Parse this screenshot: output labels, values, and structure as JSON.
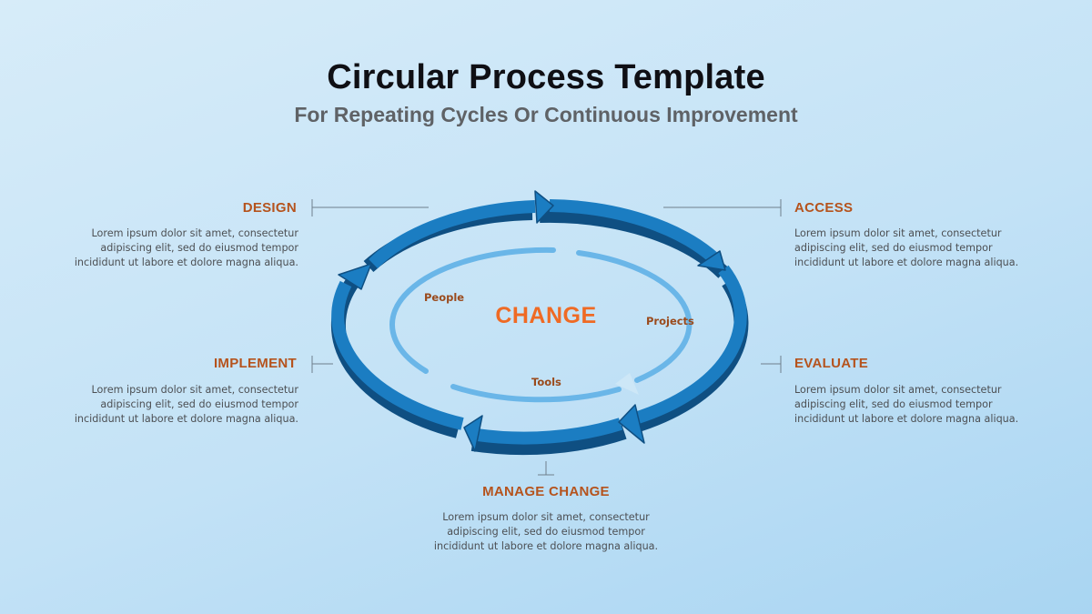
{
  "header": {
    "title": "Circular Process Template",
    "subtitle": "For Repeating Cycles Or Continuous Improvement"
  },
  "stages": {
    "design": {
      "title": "DESIGN",
      "description": "Lorem ipsum dolor sit amet, consectetur adipiscing elit, sed do eiusmod tempor incididunt ut labore et dolore magna aliqua."
    },
    "access": {
      "title": "ACCESS",
      "description": "Lorem ipsum dolor sit amet, consectetur adipiscing elit, sed do eiusmod tempor incididunt ut labore et dolore magna aliqua."
    },
    "implement": {
      "title": "IMPLEMENT",
      "description": "Lorem ipsum dolor sit amet, consectetur adipiscing elit, sed do eiusmod tempor incididunt ut labore et dolore magna aliqua."
    },
    "evaluate": {
      "title": "EVALUATE",
      "description": "Lorem ipsum dolor sit amet, consectetur adipiscing elit, sed do eiusmod tempor incididunt ut labore et dolore magna aliqua."
    },
    "manage_change": {
      "title": "MANAGE CHANGE",
      "description": "Lorem ipsum dolor sit amet, consectetur adipiscing elit, sed do eiusmod tempor incididunt ut labore et dolore magna aliqua."
    }
  },
  "cycle": {
    "center_label": "CHANGE",
    "inner_labels": {
      "people": "People",
      "projects": "Projects",
      "tools": "Tools"
    }
  },
  "colors": {
    "outer_ring": "#1b7dc2",
    "outer_ring_shadow": "#0f4f82",
    "inner_ring": "#6ab6e8",
    "stage_title": "#b5531d",
    "hub_text": "#ef6a24"
  }
}
